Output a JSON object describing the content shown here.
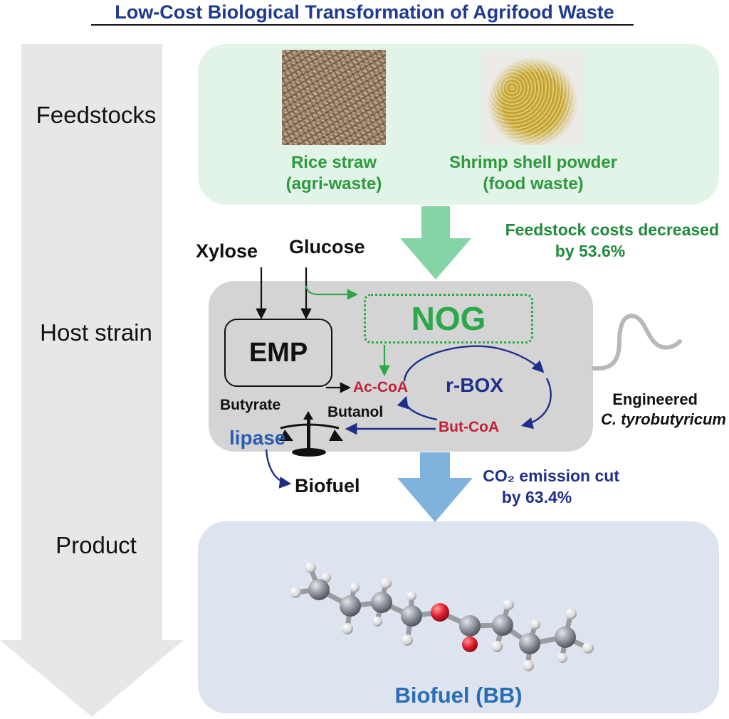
{
  "title": "Low-Cost Biological Transformation of Agrifood Waste",
  "stages": {
    "feedstocks": "Feedstocks",
    "host_strain": "Host strain",
    "product": "Product"
  },
  "feedstocks": {
    "rice": {
      "line1": "Rice straw",
      "line2": "(agri-waste)"
    },
    "shrimp": {
      "line1": "Shrimp shell powder",
      "line2": "(food waste)"
    }
  },
  "annotations": {
    "cost": {
      "line1": "Feedstock costs decreased",
      "line2": "by 53.6%"
    },
    "co2": {
      "line1": "CO₂ emission cut",
      "line2": "by 63.4%"
    }
  },
  "pathway": {
    "xylose": "Xylose",
    "glucose": "Glucose",
    "emp": "EMP",
    "nog": "NOG",
    "ac_coa": "Ac-CoA",
    "r_box": "r-BOX",
    "but_coa": "But-CoA",
    "butyrate": "Butyrate",
    "butanol": "Butanol",
    "lipase": "lipase",
    "biofuel": "Biofuel"
  },
  "organism": {
    "line1": "Engineered",
    "line2": "C. tyrobutyricum"
  },
  "product": {
    "label": "Biofuel (BB)"
  },
  "colors": {
    "green": "#2aa84a",
    "navy": "#1f2f88",
    "red": "#c41e3a",
    "blue_text": "#2a6db5"
  }
}
